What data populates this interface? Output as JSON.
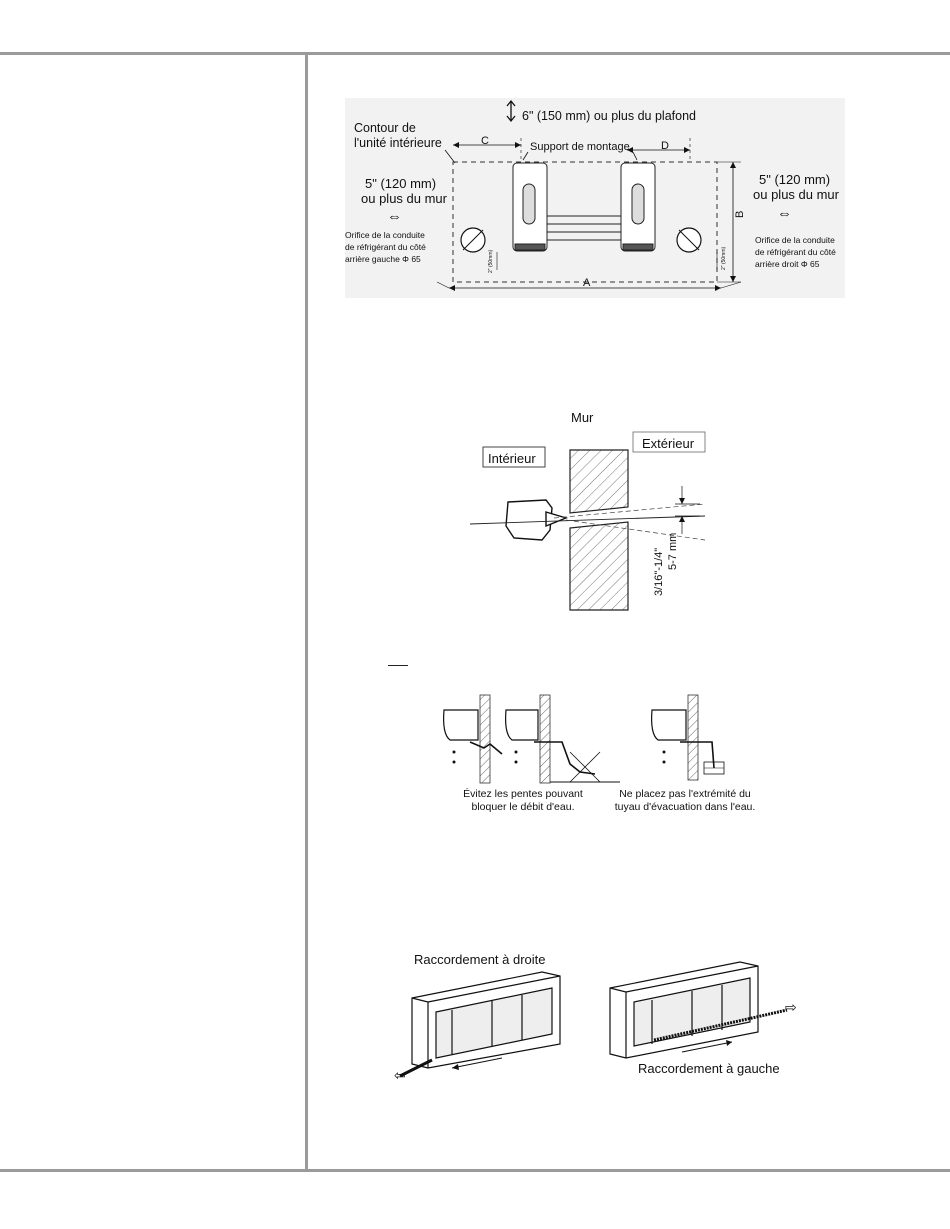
{
  "figure1": {
    "ceiling_note": "6\" (150 mm) ou plus du plafond",
    "contour_line1": "Contour de",
    "contour_line2": "l'unité intérieure",
    "dim_c": "C",
    "dim_d": "D",
    "dim_a": "A",
    "dim_b": "B",
    "mounting_support": "Support de montage",
    "left_wall_line1": "5\" (120 mm)",
    "left_wall_line2": "ou plus du mur",
    "right_wall_line1": "5\" (120 mm)",
    "right_wall_line2": "ou plus du mur",
    "left_hole_line1": "Orifice de la conduite",
    "left_hole_line2": "de réfrigérant du côté",
    "left_hole_line3": "arrière gauche Φ 65",
    "right_hole_line1": "Orifice de la conduite",
    "right_hole_line2": "de réfrigérant du côté",
    "right_hole_line3": "arrière droit Φ 65",
    "small_dim_left": "2\" (50mm)",
    "small_dim_right": "2\" (50mm)"
  },
  "figure2": {
    "wall": "Mur",
    "interior": "Intérieur",
    "exterior": "Extérieur",
    "slope_inch": "3/16\"-1/4\"",
    "slope_mm": "5-7 mm"
  },
  "figure3": {
    "left_caption_line1": "Évitez les pentes pouvant",
    "left_caption_line2": "bloquer le débit d'eau.",
    "right_caption_line1": "Ne placez pas l'extrémité du",
    "right_caption_line2": "tuyau d'évacuation dans l'eau."
  },
  "figure4": {
    "right_connection": "Raccordement à droite",
    "left_connection": "Raccordement à gauche"
  }
}
